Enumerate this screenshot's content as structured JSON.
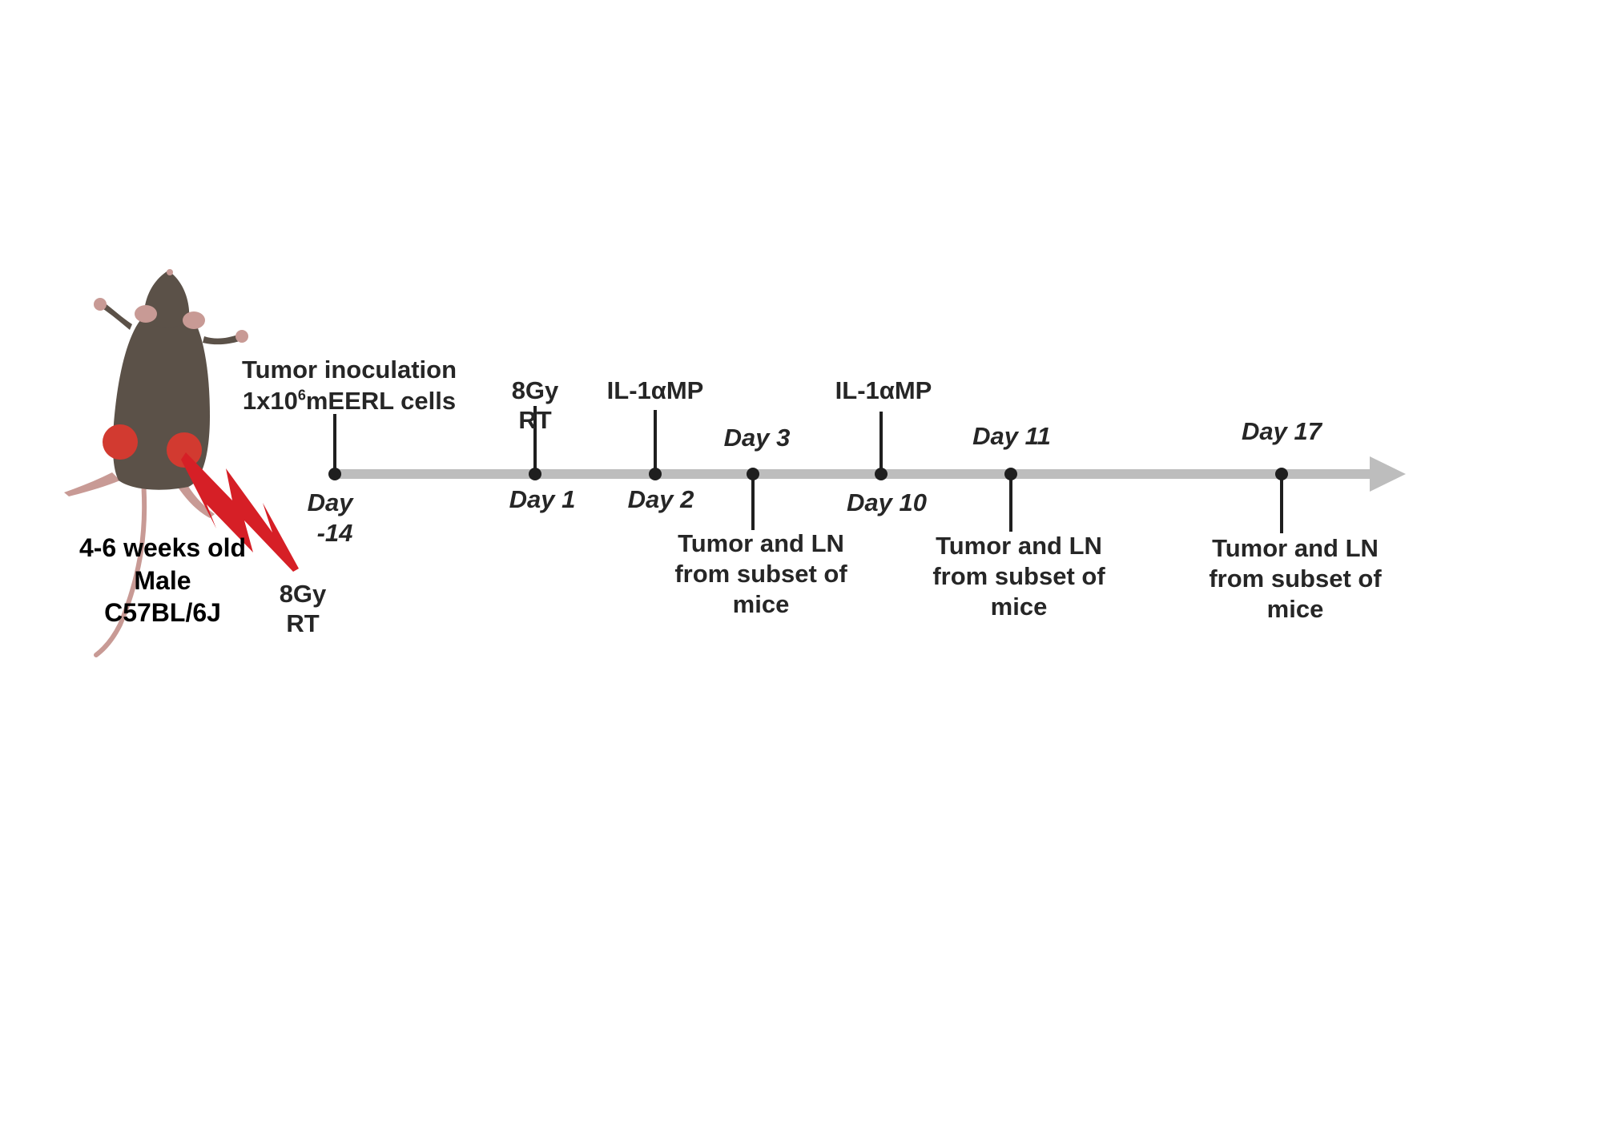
{
  "mouse": {
    "age": "4-6 weeks old",
    "sex": "Male",
    "strain": "C57BL/6J"
  },
  "side_rt": {
    "dose": "8Gy",
    "unit": "RT"
  },
  "inoculation": {
    "line1": "Tumor inoculation",
    "line2_prefix": "1x10",
    "line2_exp": "6",
    "line2_suffix": "mEERL cells"
  },
  "events": [
    {
      "day": "Day -14",
      "day_line1": "Day",
      "day_line2": "-14"
    },
    {
      "day": "Day 1",
      "label_line1": "8Gy",
      "label_line2": "RT"
    },
    {
      "day": "Day 2",
      "label": "IL-1αMP"
    },
    {
      "day": "Day 3",
      "label_line1": "Tumor and LN",
      "label_line2": "from subset of",
      "label_line3": "mice"
    },
    {
      "day": "Day 10",
      "label": "IL-1αMP"
    },
    {
      "day": "Day 11",
      "label_line1": "Tumor and LN",
      "label_line2": "from subset of",
      "label_line3": "mice"
    },
    {
      "day": "Day 17",
      "label_line1": "Tumor and LN",
      "label_line2": "from subset of",
      "label_line3": "mice"
    }
  ],
  "colors": {
    "axis": "#bdbdbd",
    "marker": "#1f1f1f",
    "mouse_body": "#5b5148",
    "tumor": "#d23a30",
    "bolt": "#d61f26",
    "skin": "#c89a95"
  }
}
